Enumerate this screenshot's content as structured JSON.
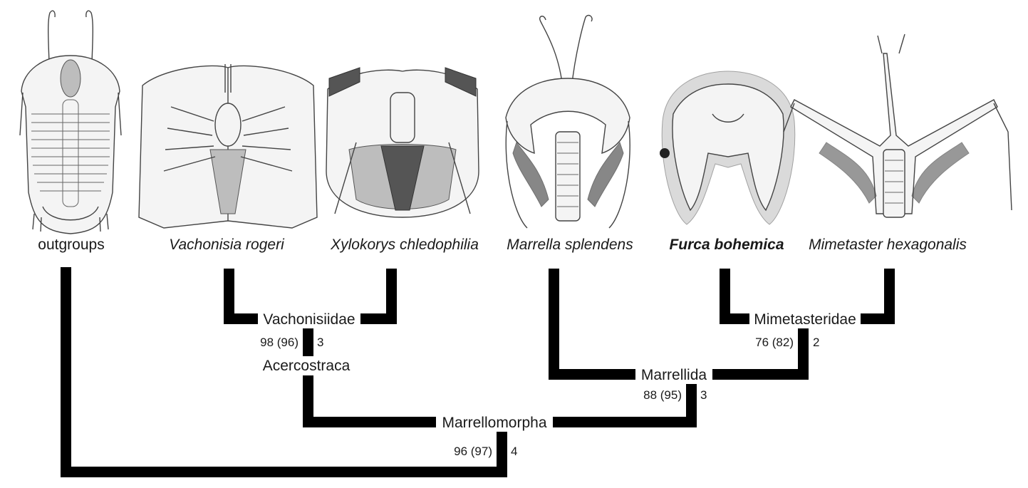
{
  "taxa": {
    "outgroups": "outgroups",
    "vachonisia": "Vachonisia rogeri",
    "xylokorys": "Xylokorys chledophilia",
    "marrella": "Marrella splendens",
    "furca": "Furca bohemica",
    "mimetaster": "Mimetaster hexagonalis"
  },
  "clades": {
    "vachonisiidae": "Vachonisiidae",
    "acercostraca": "Acercostraca",
    "mimetasteridae": "Mimetasteridae",
    "marrellida": "Marrellida",
    "marrellomorpha": "Marrellomorpha"
  },
  "support": {
    "acercostraca": {
      "bootstrap": "98 (96)",
      "bremer": "3"
    },
    "mimetasteridae": {
      "bootstrap": "76 (82)",
      "bremer": "2"
    },
    "marrellida": {
      "bootstrap": "88 (95)",
      "bremer": "3"
    },
    "marrellomorpha": {
      "bootstrap": "96 (97)",
      "bremer": "4"
    }
  },
  "illustrations": {
    "outgroups": "trilobite-illustration",
    "vachonisia": "vachonisia-illustration",
    "xylokorys": "xylokorys-illustration",
    "marrella": "marrella-illustration",
    "furca": "furca-illustration",
    "mimetaster": "mimetaster-illustration"
  },
  "colors": {
    "branch": "#000000",
    "text": "#1a1a1a"
  }
}
